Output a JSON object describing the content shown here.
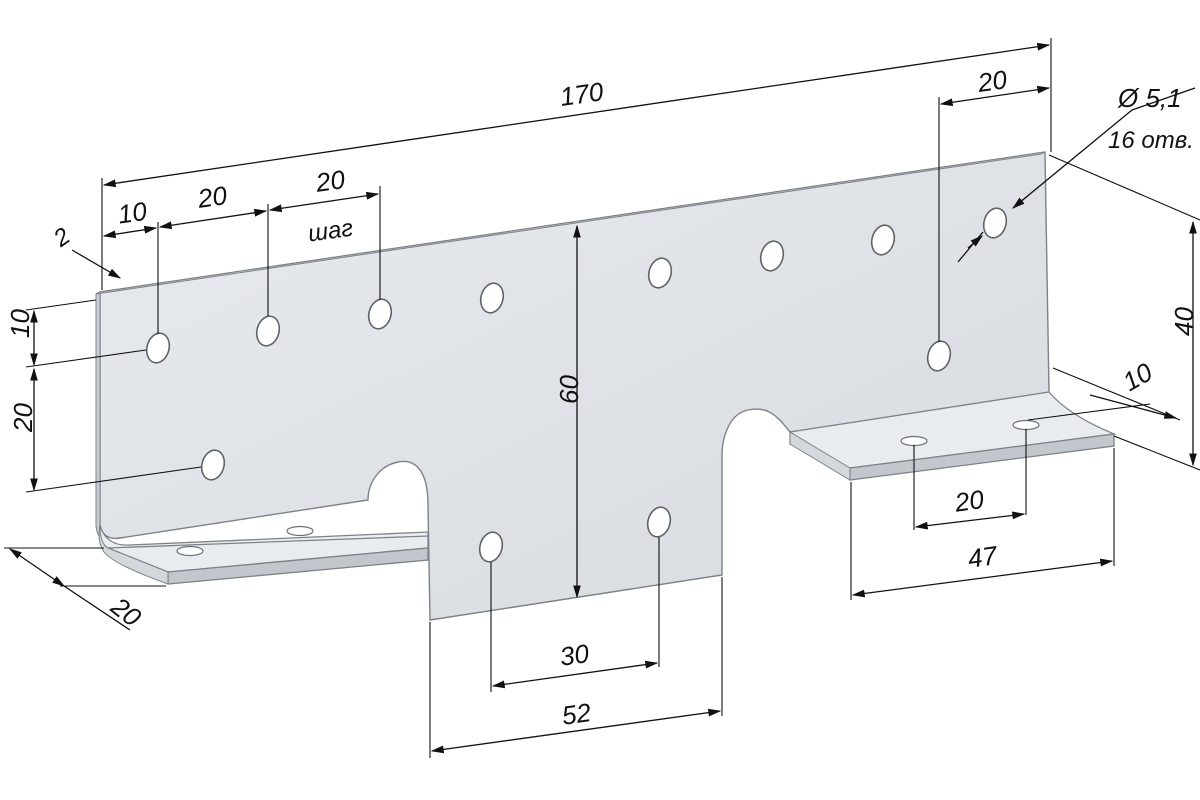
{
  "colors": {
    "plate_face": "#dfe3e8",
    "plate_face_light": "#eef0f3",
    "plate_edge": "#7d8288",
    "flange_top": "#e9ecef",
    "flange_side": "#c2c7cd",
    "hole": "#ffffff",
    "dimension_line": "#111111"
  },
  "dimensions": {
    "overall_length": "170",
    "hole_offset_right": "20",
    "hole_diameter": "Ø 5,1",
    "hole_count": "16 отв.",
    "edge_offset_10": "10",
    "spacing_20_a": "20",
    "spacing_20_b": "20",
    "pitch_label": "шаг",
    "thickness": "2",
    "vertical_10": "10",
    "vertical_20": "20",
    "center_height": "60",
    "right_height": "40",
    "flange_hole_offset": "10",
    "flange_hole_spacing": "20",
    "flange_length": "47",
    "flange_width": "20",
    "bottom_hole_spacing": "30",
    "tab_width": "52"
  }
}
